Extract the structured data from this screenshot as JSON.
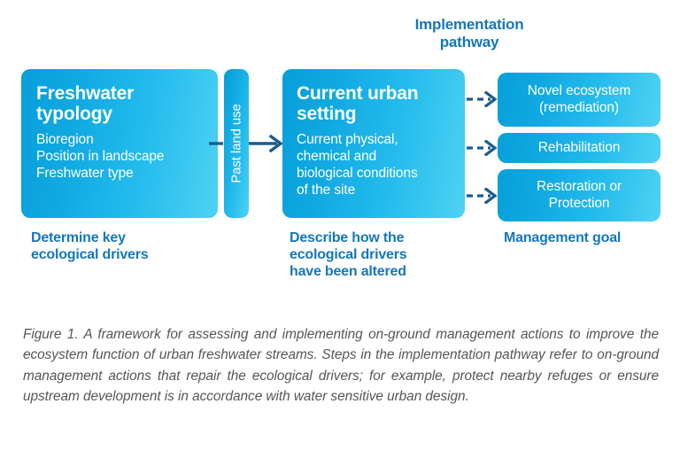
{
  "figure": {
    "implementation_heading": "Implementation\npathway",
    "caption": "Figure 1. A framework for assessing and implementing on-ground management actions to improve the ecosystem function of urban freshwater streams. Steps in the implementation pathway refer to on-ground management actions that repair the ecological drivers; for example, protect nearby refuges or ensure upstream development is in accordance with water sensitive urban design."
  },
  "stages": [
    {
      "title": "Freshwater\ntypology",
      "body": "Bioregion\nPosition in landscape\nFreshwater type",
      "caption": "Determine key\necological drivers"
    },
    {
      "title": "Current urban\nsetting",
      "body": "Current physical,\nchemical and\nbiological conditions\nof the site",
      "caption": "Describe how the\necological drivers\nhave been altered"
    }
  ],
  "connector": {
    "label": "Past land use"
  },
  "goals": {
    "caption": "Management goal",
    "items": [
      {
        "label": "Novel ecosystem\n(remediation)"
      },
      {
        "label": "Rehabilitation"
      },
      {
        "label": "Restoration or\nProtection"
      }
    ]
  },
  "colors": {
    "box_gradient_start": "#069fd9",
    "box_gradient_end": "#4ed2f2",
    "arrow": "#1b5c8e",
    "heading_blue": "#1577ba",
    "caption_grey": "#55565a",
    "background": "#ffffff"
  }
}
